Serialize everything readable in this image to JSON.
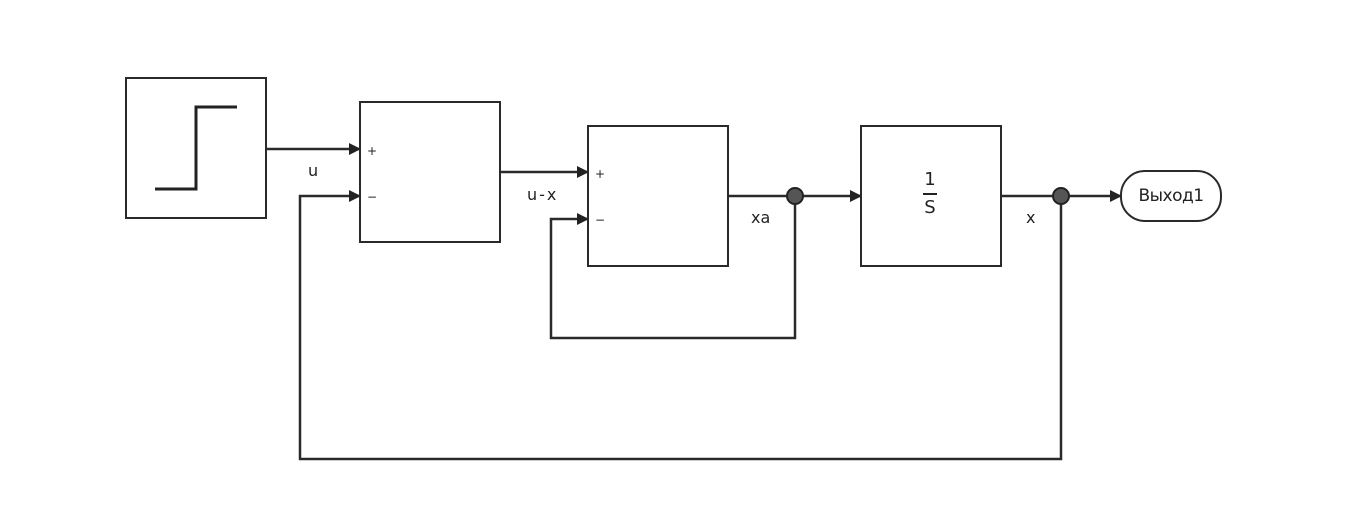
{
  "diagram": {
    "type": "block-diagram",
    "colors": {
      "line": "#2a2a2a",
      "junction_fill": "#555555",
      "background": "#ffffff"
    },
    "blocks": [
      {
        "id": "step",
        "kind": "step-source",
        "icon": "step-icon"
      },
      {
        "id": "sum1",
        "kind": "sum",
        "signs": [
          "+",
          "−"
        ]
      },
      {
        "id": "sum2",
        "kind": "sum",
        "signs": [
          "+",
          "−"
        ]
      },
      {
        "id": "integrator",
        "kind": "transfer-function",
        "numerator": "1",
        "denominator": "S"
      },
      {
        "id": "out1",
        "kind": "output-terminal",
        "label": "Выход1"
      }
    ],
    "signals": {
      "u": "u",
      "u_minus_x": "u-x",
      "xa": "xa",
      "x": "x"
    },
    "sum1": {
      "plus": "+",
      "minus": "−"
    },
    "sum2": {
      "plus": "+",
      "minus": "−"
    },
    "integrator": {
      "numerator": "1",
      "denominator": "S"
    },
    "output": {
      "label": "Выход1"
    }
  }
}
